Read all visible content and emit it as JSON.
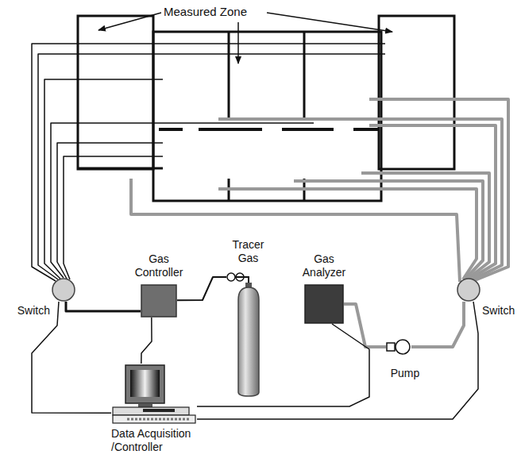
{
  "diagram": {
    "nodes": [
      {
        "text": [
          "Switch"
        ]
      },
      {
        "text": [
          "Gas Controller"
        ]
      },
      {
        "text": [
          "Tracer Gas"
        ]
      },
      {
        "text": [
          "Gas Analyzer"
        ]
      },
      {
        "text": [
          "Switch"
        ]
      },
      {
        "text": [
          "Pump"
        ]
      },
      {
        "text": [
          "Data Acquisition /Controller"
        ]
      }
    ],
    "edges": [
      {
        "from": 0,
        "to": 1,
        "arrow": "none"
      },
      {
        "from": 1,
        "to": 2,
        "arrow": "none"
      },
      {
        "from": 1,
        "to": 6,
        "arrow": "none"
      },
      {
        "from": 0,
        "to": 6,
        "arrow": "none"
      },
      {
        "from": 3,
        "to": 5,
        "arrow": "none"
      },
      {
        "from": 5,
        "to": 4,
        "arrow": "none"
      },
      {
        "from": 3,
        "to": 6,
        "arrow": "none"
      },
      {
        "from": 4,
        "to": 6,
        "arrow": "none"
      }
    ],
    "labels": [
      "Measured Zone"
    ]
  }
}
